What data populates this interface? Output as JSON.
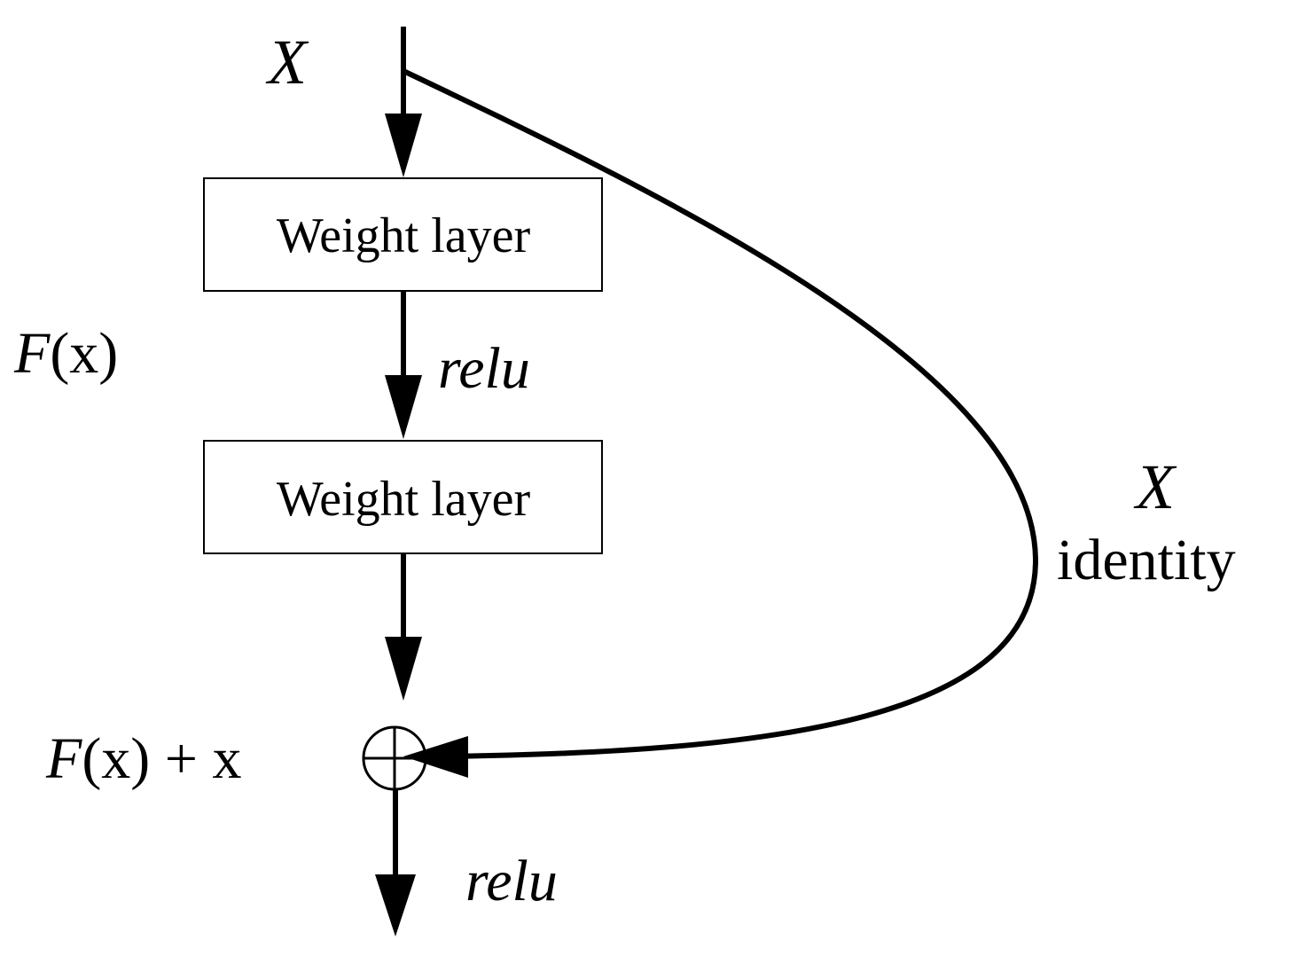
{
  "labels": {
    "input_x": "X",
    "layer1": "Weight layer",
    "layer2": "Weight layer",
    "fx_italic": "F",
    "fx_paren": "(x)",
    "relu_mid": "relu",
    "skip_x": "X",
    "skip_identity": "identity",
    "sum_f": "F",
    "sum_rest": "(x) + x",
    "relu_out": "relu"
  }
}
